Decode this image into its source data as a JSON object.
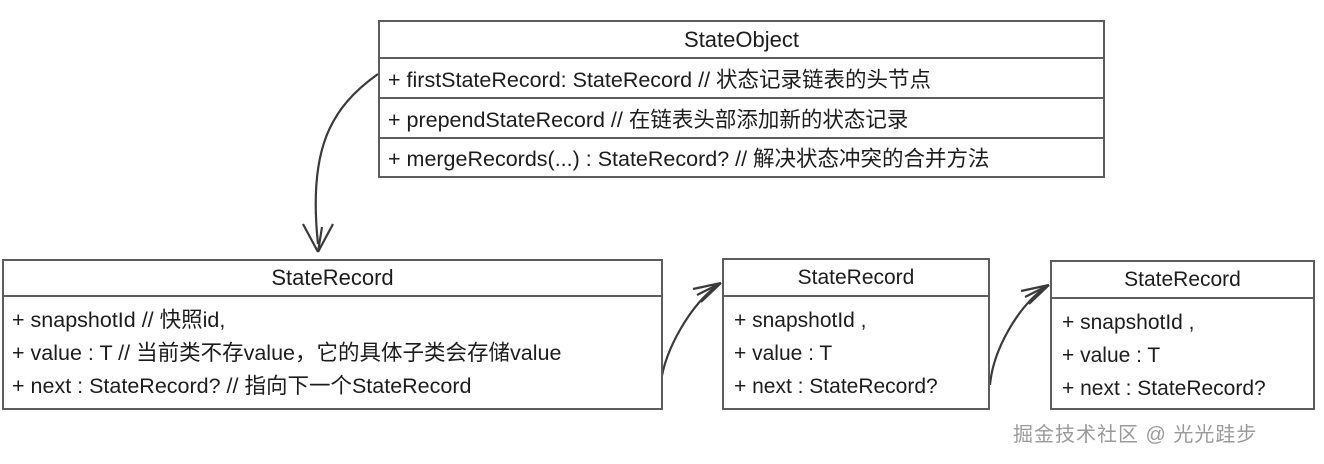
{
  "diagram": {
    "type": "uml-class-diagram",
    "background": "#ffffff",
    "stroke_color": "#5c5c5c",
    "text_color": "#1c1c1c"
  },
  "classes": {
    "state_object": {
      "title": "StateObject",
      "members": [
        "+ firstStateRecord: StateRecord // 状态记录链表的头节点",
        "+ prependStateRecord // 在链表头部添加新的状态记录",
        "+ mergeRecords(...) : StateRecord? // 解决状态冲突的合并方法"
      ]
    },
    "state_record_detail": {
      "title": "StateRecord",
      "members": [
        "+ snapshotId // 快照id,",
        "+ value : T // 当前类不存value，它的具体子类会存储value",
        "+ next : StateRecord? // 指向下一个StateRecord"
      ]
    },
    "state_record_middle": {
      "title": "StateRecord",
      "members": [
        "+ snapshotId ,",
        "+ value : T",
        "+ next : StateRecord?"
      ]
    },
    "state_record_right": {
      "title": "StateRecord",
      "members": [
        "+ snapshotId ,",
        "+ value : T",
        "+ next : StateRecord?"
      ]
    }
  },
  "edges": [
    {
      "name": "state-object-to-state-record",
      "from": "state_object",
      "to": "state_record_detail",
      "style": "curved-open-arrow"
    },
    {
      "name": "state-record-to-next-record",
      "from": "state_record_detail",
      "to": "state_record_middle",
      "style": "curved-open-arrow"
    },
    {
      "name": "next-record-to-last-record",
      "from": "state_record_middle",
      "to": "state_record_right",
      "style": "curved-open-arrow"
    }
  ],
  "watermark": {
    "text": "掘金技术社区 @ 光光跬步",
    "color": "#9a9a9a"
  }
}
